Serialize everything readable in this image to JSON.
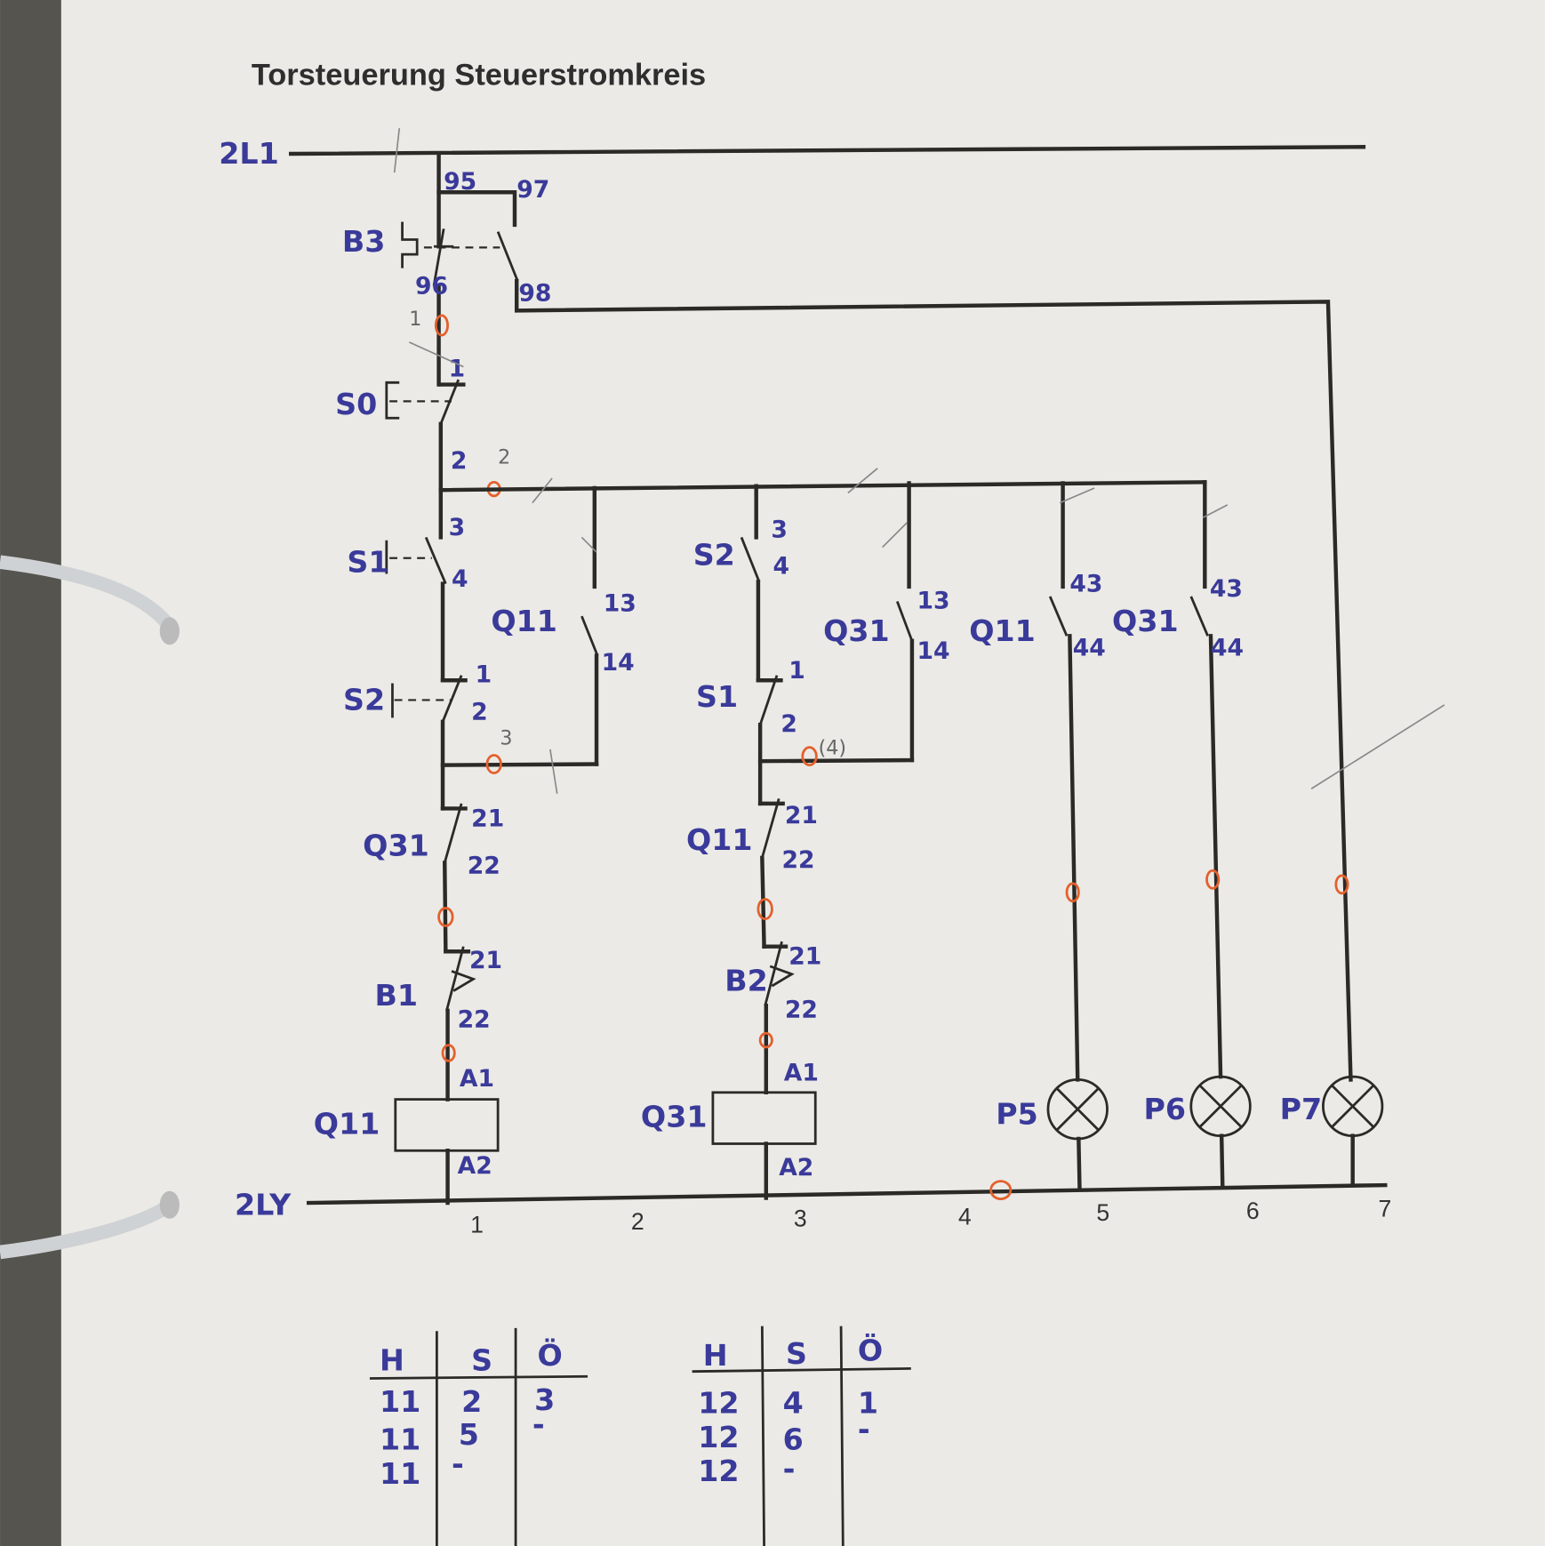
{
  "title": "Torsteuerung Steuerstromkreis",
  "rails": {
    "top": "2L1",
    "bottom": "2LY"
  },
  "columns": [
    "1",
    "2",
    "3",
    "4",
    "5",
    "6",
    "7"
  ],
  "components": {
    "B3": {
      "label": "B3",
      "t95": "95",
      "t96": "96",
      "t97": "97",
      "t98": "98"
    },
    "S0": {
      "label": "S0",
      "t1": "1",
      "t2": "2"
    },
    "S1_no": {
      "label": "S1",
      "t3": "3",
      "t4": "4"
    },
    "Q11_no": {
      "label": "Q11",
      "t13": "13",
      "t14": "14"
    },
    "S2_nc": {
      "label": "S2",
      "t1": "1",
      "t2": "2"
    },
    "Q31_nc": {
      "label": "Q31",
      "t21": "21",
      "t22": "22"
    },
    "B1": {
      "label": "B1",
      "t21": "21",
      "t22": "22"
    },
    "Q11_coil": {
      "label": "Q11",
      "a1": "A1",
      "a2": "A2"
    },
    "S2_no": {
      "label": "S2",
      "t3": "3",
      "t4": "4"
    },
    "Q31_no": {
      "label": "Q31",
      "t13": "13",
      "t14": "14"
    },
    "S1_nc": {
      "label": "S1",
      "t1": "1",
      "t2": "2"
    },
    "Q11_nc": {
      "label": "Q11",
      "t21": "21",
      "t22": "22"
    },
    "B2": {
      "label": "B2",
      "t21": "21",
      "t22": "22"
    },
    "Q31_coil": {
      "label": "Q31",
      "a1": "A1",
      "a2": "A2"
    },
    "Q11_aux": {
      "label": "Q11",
      "t43": "43",
      "t44": "44"
    },
    "Q31_aux": {
      "label": "Q31",
      "t43": "43",
      "t44": "44"
    },
    "P5": {
      "label": "P5"
    },
    "P6": {
      "label": "P6"
    },
    "P7": {
      "label": "P7"
    }
  },
  "annotations": [
    "1",
    "2",
    "3",
    "(4)"
  ],
  "tables": [
    {
      "headers": [
        "H",
        "S",
        "Ö"
      ],
      "rows": [
        [
          "11",
          "2",
          "3"
        ],
        [
          "11",
          "5",
          "-"
        ],
        [
          "11",
          "-",
          ""
        ]
      ]
    },
    {
      "headers": [
        "H",
        "S",
        "Ö"
      ],
      "rows": [
        [
          "12",
          "4",
          "1"
        ],
        [
          "12",
          "6",
          "-"
        ],
        [
          "12",
          "-",
          ""
        ]
      ]
    }
  ],
  "colors": {
    "ink": "#3a3a9a",
    "marker": "#e4602c",
    "line": "#2b2a26"
  }
}
